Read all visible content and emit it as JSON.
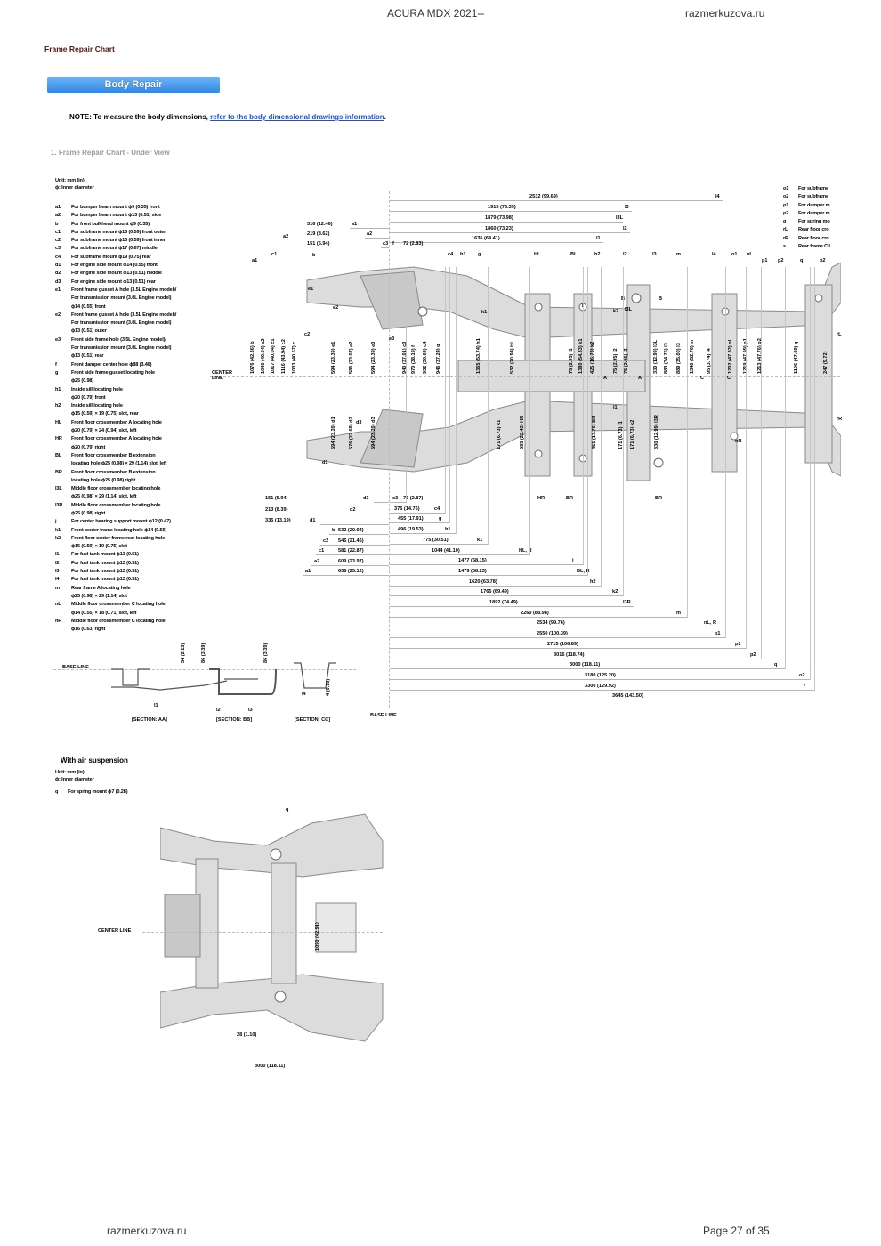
{
  "header": {
    "doc_title": "ACURA MDX 2021--",
    "site": "razmerkuzova.ru"
  },
  "footer": {
    "site": "razmerkuzova.ru",
    "page": "Page 27 of 35"
  },
  "page_title": "Frame Repair Chart",
  "body_repair_button": "Body Repair",
  "note": {
    "prefix": "NOTE: To measure the body dimensions, ",
    "link": "refer to the body dimensional drawings information",
    "suffix": "."
  },
  "section_title": "1. Frame Repair Chart - Under View",
  "unit": "Unit: mm (in)",
  "phi": "ϕ: Inner diameter",
  "legend": [
    {
      "k": "a1",
      "t": "For bumper beam mount ϕ9 (0.35) front"
    },
    {
      "k": "a2",
      "t": "For bumper beam mount ϕ13 (0.51) side"
    },
    {
      "k": "b",
      "t": "For front bulkhead mount ϕ9 (0.35)"
    },
    {
      "k": "c1",
      "t": "For subframe mount ϕ15 (0.59) front outer"
    },
    {
      "k": "c2",
      "t": "For subframe mount ϕ15 (0.59) front inner"
    },
    {
      "k": "c3",
      "t": "For subframe mount ϕ17 (0.67) middle"
    },
    {
      "k": "c4",
      "t": "For subframe mount ϕ19 (0.75) rear"
    },
    {
      "k": "d1",
      "t": "For engine side mount ϕ14 (0.55) front"
    },
    {
      "k": "d2",
      "t": "For engine side mount ϕ13 (0.51) middle"
    },
    {
      "k": "d3",
      "t": "For engine side mount ϕ13 (0.51) rear"
    },
    {
      "k": "e1",
      "t": "Front frame gusset A hole (3.5L Engine model)/\nFor transmission mount (3.0L Engine model)\n   ϕ14 (0.55) front"
    },
    {
      "k": "e2",
      "t": "Front frame gusset A hole (3.5L Engine model)/\nFor transmission mount (3.0L Engine model)\n   ϕ13 (0.51) outer"
    },
    {
      "k": "e3",
      "t": "Front side frame hole (3.5L Engine model)/\nFor transmission mount (3.0L Engine model)\n   ϕ13 (0.51) rear"
    },
    {
      "k": "f",
      "t": "Front damper center hole ϕ88 (3.46)"
    },
    {
      "k": "g",
      "t": "Front side frame gusset locating hole\n   ϕ25 (0.98)"
    },
    {
      "k": "h1",
      "t": "Inside sill locating hole\n   ϕ20 (0.79) front"
    },
    {
      "k": "h2",
      "t": "Inside sill locating hole\n   ϕ15 (0.59) × 19 (0.75) slot, rear"
    },
    {
      "k": "HL",
      "t": "Front floor crossmember A locating hole\n   ϕ20 (0.79) × 24 (0.94) slot, left"
    },
    {
      "k": "HR",
      "t": "Front floor crossmember A locating hole\n   ϕ20 (0.79) right"
    },
    {
      "k": "BL",
      "t": "Front floor crossmember B extension\nlocating hole ϕ25 (0.98) × 29 (1.14) slot, left"
    },
    {
      "k": "BR",
      "t": "Front floor crossmember B extension\nlocating hole ϕ25 (0.98) right"
    },
    {
      "k": "l3L",
      "t": "Middle floor crossmember locating hole\n   ϕ25 (0.98) × 29 (1.14) slot, left"
    },
    {
      "k": "l3R",
      "t": "Middle floor crossmember locating hole\n   ϕ25 (0.98) right"
    },
    {
      "k": "j",
      "t": "For center bearing support mount ϕ12 (0.47)"
    },
    {
      "k": "k1",
      "t": "Front center frame locating hole ϕ14 (0.55)"
    },
    {
      "k": "k2",
      "t": "Front floor center frame rear locating hole\n   ϕ15 (0.59) × 19 (0.75) slot"
    },
    {
      "k": "l1",
      "t": "For fuel tank mount ϕ13 (0.51)"
    },
    {
      "k": "l2",
      "t": "For fuel tank mount ϕ13 (0.51)"
    },
    {
      "k": "l3",
      "t": "For fuel tank mount ϕ13 (0.51)"
    },
    {
      "k": "l4",
      "t": "For fuel tank mount ϕ13 (0.51)"
    },
    {
      "k": "m",
      "t": "Rear frame A locating hole\n   ϕ25 (0.98) × 29 (1.14) slot"
    },
    {
      "k": "nL",
      "t": "Middle floor crossmember C locating hole\n   ϕ14 (0.55) × 18 (0.71) slot, left"
    },
    {
      "k": "nR",
      "t": "Middle floor crossmember C locating hole\n   ϕ16 (0.63) right"
    }
  ],
  "right_legend": [
    {
      "k": "o1",
      "t": "For subframe"
    },
    {
      "k": "o2",
      "t": "For subframe"
    },
    {
      "k": "p1",
      "t": "For damper m"
    },
    {
      "k": "p2",
      "t": "For damper m"
    },
    {
      "k": "q",
      "t": "For spring mo"
    },
    {
      "k": "rL",
      "t": "Rear floor cro"
    },
    {
      "k": "rR",
      "t": "Rear floor cro"
    },
    {
      "k": "s",
      "t": "Rear frame C l"
    }
  ],
  "center_line": "CENTER\nLINE",
  "top_dims": [
    {
      "v": "2532 (99.69)",
      "k": "l4"
    },
    {
      "v": "1915 (75.39)",
      "k": "l3"
    },
    {
      "v": "1879 (73.98)",
      "k": "l3L"
    },
    {
      "v": "1860 (73.23)",
      "k": "l2"
    },
    {
      "v": "1636 (64.41)",
      "k": "l1"
    }
  ],
  "top_left_dims": [
    {
      "v": "316 (12.46)",
      "k": "a1"
    },
    {
      "v": "219 (8.62)",
      "k": "a2"
    },
    {
      "v": "151 (5.94)",
      "k": "c3"
    }
  ],
  "top_small": {
    "f": "f",
    "v": "72 (2.83)"
  },
  "point_labels": [
    "a2",
    "c1",
    "b",
    "e2",
    "e1",
    "e3",
    "c4",
    "h1",
    "g",
    "HL",
    "BL",
    "h2",
    "l2",
    "l3",
    "m",
    "l4",
    "o1",
    "nL",
    "p1",
    "p2",
    "q",
    "o2",
    "k1",
    "j",
    "k2",
    "l3L",
    "B",
    "A",
    "A",
    "B",
    "C",
    "C",
    "l1",
    "nR",
    "d1",
    "d3",
    "HR",
    "BR",
    "BR",
    "rL",
    "rR",
    "a1",
    "c2"
  ],
  "vertical_dims_upper": [
    "1076 (42.36) b",
    "1040 (40.94) a2",
    "1017 (40.04) c1",
    "1116 (43.94) c2",
    "1033 (40.67) c",
    "594 (23.39) e1",
    "586 (23.07) e2",
    "594 (23.39) e3",
    "940 (37.01) c3",
    "970 (38.19) f",
    "932 (36.69) c4",
    "946 (37.24) g",
    "1365 (53.74) h1",
    "532 (20.94) HL",
    "75 (2.95) l1",
    "1380 (54.33) k1",
    "425 (16.73) k2",
    "75 (2.95) l2",
    "75 (2.95) l3",
    "330 (12.99) l3L",
    "883 (34.76) l3",
    "889 (35.00) l3",
    "1340 (52.76) m",
    "95 (3.74) l4",
    "1202 (47.32) nL",
    "1219 (47.99) p1",
    "1213 (47.76) p2",
    "1196 (47.09) q",
    "247 (9.72)"
  ],
  "vertical_dims_lower": [
    "594 (23.39) d1",
    "576 (22.68) d2",
    "594 (23.39) d3",
    "171 (6.73) k1",
    "595 (23.43) HR",
    "451 (17.76) BR",
    "171 (6.73) l1",
    "171 (6.73) k2",
    "330 (12.99) l3R"
  ],
  "bottom_left_dims": [
    {
      "v": "151 (5.94)",
      "k": "d3"
    },
    {
      "v": "213 (8.39)",
      "k": "d2"
    },
    {
      "v": "335 (13.19)",
      "k": "d1"
    },
    {
      "v": "532 (20.94)",
      "k": "b"
    },
    {
      "v": "545 (21.46)",
      "k": "c2"
    },
    {
      "v": "581 (22.87)",
      "k": "c1"
    },
    {
      "v": "609 (23.97)",
      "k": "a2"
    },
    {
      "v": "638 (25.12)",
      "k": "a1"
    }
  ],
  "bottom_right_dims": [
    {
      "v": "73 (2.87)",
      "k": "c3"
    },
    {
      "v": "375 (14.76)",
      "k": "c4"
    },
    {
      "v": "455 (17.91)",
      "k": "g"
    },
    {
      "v": "496 (19.53)",
      "k": "h1"
    },
    {
      "v": "775 (30.51)",
      "k": "k1"
    },
    {
      "v": "1044 (41.10)",
      "k": "HL, R"
    },
    {
      "v": "1477 (58.15)",
      "k": "j"
    },
    {
      "v": "1479 (58.23)",
      "k": "BL, R"
    },
    {
      "v": "1620 (63.78)",
      "k": "h2"
    },
    {
      "v": "1765 (69.49)",
      "k": "k2"
    },
    {
      "v": "1892 (74.49)",
      "k": "l3R"
    },
    {
      "v": "2260 (88.98)",
      "k": "m"
    },
    {
      "v": "2534 (99.76)",
      "k": "nL, R"
    },
    {
      "v": "2550 (100.39)",
      "k": "o1"
    },
    {
      "v": "2715 (106.89)",
      "k": "p1"
    },
    {
      "v": "3016 (118.74)",
      "k": "p2"
    },
    {
      "v": "3000 (118.11)",
      "k": "q"
    },
    {
      "v": "3180 (125.20)",
      "k": "o2"
    },
    {
      "v": "3300 (129.92)",
      "k": "r"
    },
    {
      "v": "3645 (143.50)",
      "k": ""
    }
  ],
  "sections": {
    "base_line": "BASE LINE",
    "aa": "[SECTION: AA]",
    "bb": "[SECTION: BB]",
    "cc": "[SECTION: CC]",
    "d_aa": "54 (2.13)",
    "d_bb1": "86 (3.39)",
    "d_bb2": "86 (3.39)",
    "d_cc": "4 (0.16)",
    "l1": "l1",
    "l2": "l2",
    "l3": "l3",
    "l4": "l4",
    "base_line2": "BASE LINE"
  },
  "air": {
    "title": "With air suspension",
    "unit": "Unit: mm (in)",
    "phi": "ϕ: Inner diameter",
    "item_k": "q",
    "item_t": "For spring mount ϕ7 (0.28)",
    "q": "q",
    "center_line": "CENTER LINE",
    "v_dim": "1090 (42.91)",
    "small_dim": "28 (1.10)",
    "long_dim": "3000 (118.11)"
  }
}
